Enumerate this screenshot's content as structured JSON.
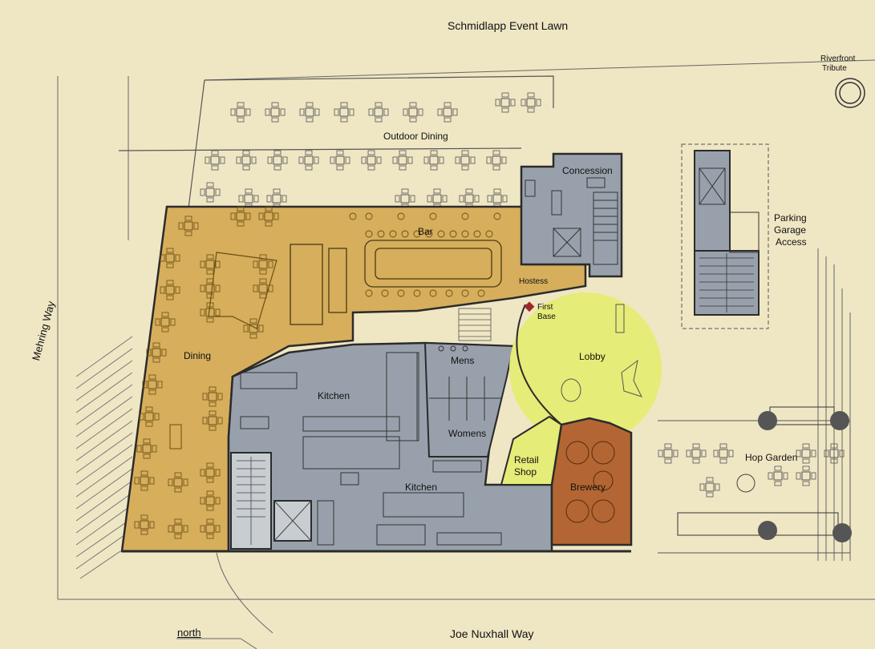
{
  "labels": {
    "schmidlapp": "Schmidlapp Event Lawn",
    "riverfront": "Riverfront",
    "riverfront2": "Tribute",
    "outdoor_dining": "Outdoor Dining",
    "concession": "Concession",
    "parking1": "Parking",
    "parking2": "Garage",
    "parking3": "Access",
    "bar": "Bar",
    "hostess": "Hostess",
    "first_base1": "First",
    "first_base2": "Base",
    "lobby": "Lobby",
    "mehring": "Mehring Way",
    "dining": "Dining",
    "kitchen_top": "Kitchen",
    "mens": "Mens",
    "womens": "Womens",
    "retail1": "Retail",
    "retail2": "Shop",
    "brewery": "Brewery",
    "hop_garden": "Hop Garden",
    "kitchen_bottom": "Kitchen",
    "north": "north",
    "joe": "Joe Nuxhall Way"
  },
  "colors": {
    "background": "#efe6c4",
    "dining": "#d6ae5c",
    "kitchen": "#98a1ab",
    "lobby": "#e6ec78",
    "brewery": "#b36633",
    "retail": "#e6ec78",
    "wall": "#2b2b2b",
    "line": "#6a6a6a"
  }
}
